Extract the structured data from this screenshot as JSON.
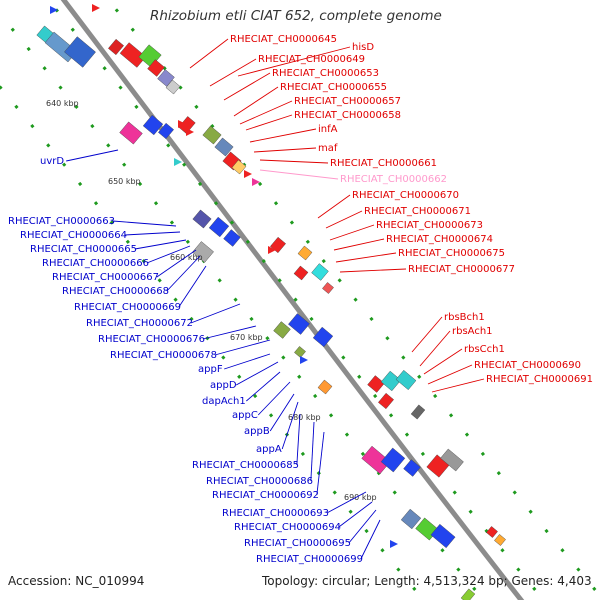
{
  "title": "Rhizobium etli CIAT 652, complete genome",
  "footer": {
    "accession": "Accession: NC_010994",
    "topology": "Topology: circular; Length: 4,513,324 bp; Genes: 4,403"
  },
  "colors": {
    "backbone": "#8c8c8c",
    "strand_dots": "#1f9a1f",
    "plus_labels": "#e00000",
    "minus_labels": "#0000cc",
    "pseudo_label": "#ff99cc",
    "tick_label": "#333333"
  },
  "ticks": [
    "640 kbp",
    "650 kbp",
    "660 kbp",
    "670 kbp",
    "680 kbp",
    "690 kbp"
  ],
  "right_labels": [
    {
      "text": "RHECIAT_CH0000645",
      "color": "red"
    },
    {
      "text": "hisD",
      "color": "red"
    },
    {
      "text": "RHECIAT_CH0000649",
      "color": "red"
    },
    {
      "text": "RHECIAT_CH0000653",
      "color": "red"
    },
    {
      "text": "RHECIAT_CH0000655",
      "color": "red"
    },
    {
      "text": "RHECIAT_CH0000657",
      "color": "red"
    },
    {
      "text": "RHECIAT_CH0000658",
      "color": "red"
    },
    {
      "text": "infA",
      "color": "red"
    },
    {
      "text": "maf",
      "color": "red"
    },
    {
      "text": "RHECIAT_CH0000661",
      "color": "red"
    },
    {
      "text": "RHECIAT_CH0000662",
      "color": "pink"
    },
    {
      "text": "RHECIAT_CH0000670",
      "color": "red"
    },
    {
      "text": "RHECIAT_CH0000671",
      "color": "red"
    },
    {
      "text": "RHECIAT_CH0000673",
      "color": "red"
    },
    {
      "text": "RHECIAT_CH0000674",
      "color": "red"
    },
    {
      "text": "RHECIAT_CH0000675",
      "color": "red"
    },
    {
      "text": "RHECIAT_CH0000677",
      "color": "red"
    },
    {
      "text": "rbsBch1",
      "color": "red"
    },
    {
      "text": "rbsAch1",
      "color": "red"
    },
    {
      "text": "rbsCch1",
      "color": "red"
    },
    {
      "text": "RHECIAT_CH0000690",
      "color": "red"
    },
    {
      "text": "RHECIAT_CH0000691",
      "color": "red"
    }
  ],
  "left_labels": [
    "uvrD",
    "RHECIAT_CH0000663",
    "RHECIAT_CH0000664",
    "RHECIAT_CH0000665",
    "RHECIAT_CH0000666",
    "RHECIAT_CH0000667",
    "RHECIAT_CH0000668",
    "RHECIAT_CH0000669",
    "RHECIAT_CH0000672",
    "RHECIAT_CH0000676",
    "RHECIAT_CH0000678",
    "appF",
    "appD",
    "dapAch1",
    "appC",
    "appB",
    "appA",
    "RHECIAT_CH0000685",
    "RHECIAT_CH0000686",
    "RHECIAT_CH0000692",
    "RHECIAT_CH0000693",
    "RHECIAT_CH0000694",
    "RHECIAT_CH0000695",
    "RHECIAT_CH0000699"
  ]
}
